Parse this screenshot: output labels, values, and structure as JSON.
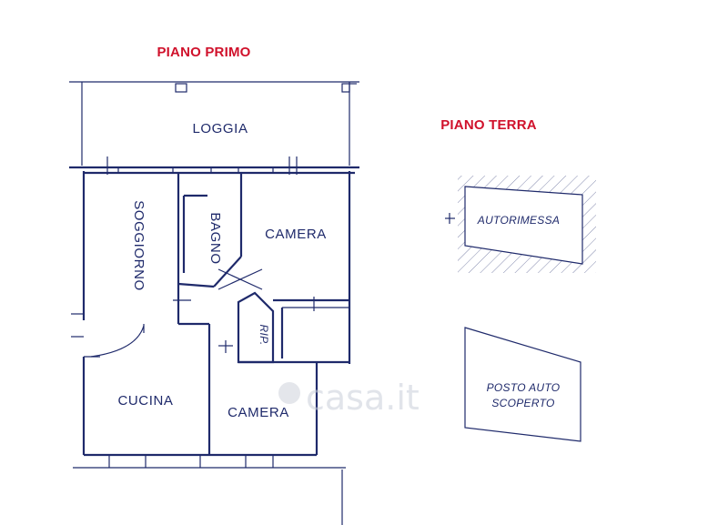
{
  "headings": {
    "first_floor": "PIANO PRIMO",
    "ground_floor": "PIANO TERRA"
  },
  "rooms": {
    "loggia": "LOGGIA",
    "soggiorno": "SOGGIORNO",
    "bagno": "BAGNO",
    "camera_1": "CAMERA",
    "rip": "RIP.",
    "cucina": "CUCINA",
    "camera_2": "CAMERA",
    "autorimessa": "AUTORIMESSA",
    "posto_auto_line1": "POSTO AUTO",
    "posto_auto_line2": "SCOPERTO"
  },
  "watermark": {
    "text": "casa.it"
  },
  "colors": {
    "heading": "#d0112b",
    "line": "#1f2a6b",
    "watermark": "#c9ced8"
  }
}
